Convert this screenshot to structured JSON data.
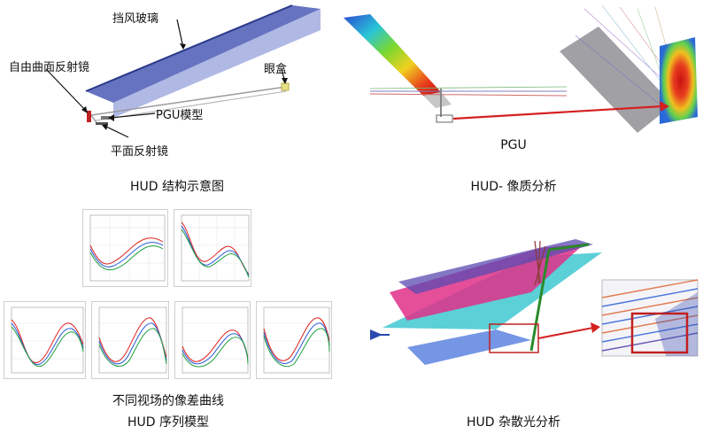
{
  "colors": {
    "windshield": "#4a5bb5",
    "red_arrow": "#d42020",
    "grid_green": "#2a8a2a",
    "curve_red": "#e02020",
    "curve_blue": "#2a5ad8",
    "curve_green": "#20a040"
  },
  "hud_structure": {
    "caption": "HUD 结构示意图",
    "labels": {
      "windshield": "挡风玻璃",
      "eyebox": "眼盒",
      "freeform_mirror": "自由曲面反射镜",
      "pgu_model": "PGU模型",
      "flat_mirror": "平面反射镜"
    }
  },
  "image_quality": {
    "pgu_label": "PGU",
    "caption": "HUD- 像质分析"
  },
  "aberration": {
    "curves_caption": "不同视场的像差曲线",
    "caption": "HUD 序列模型"
  },
  "stray_light": {
    "caption": "HUD 杂散光分析"
  }
}
